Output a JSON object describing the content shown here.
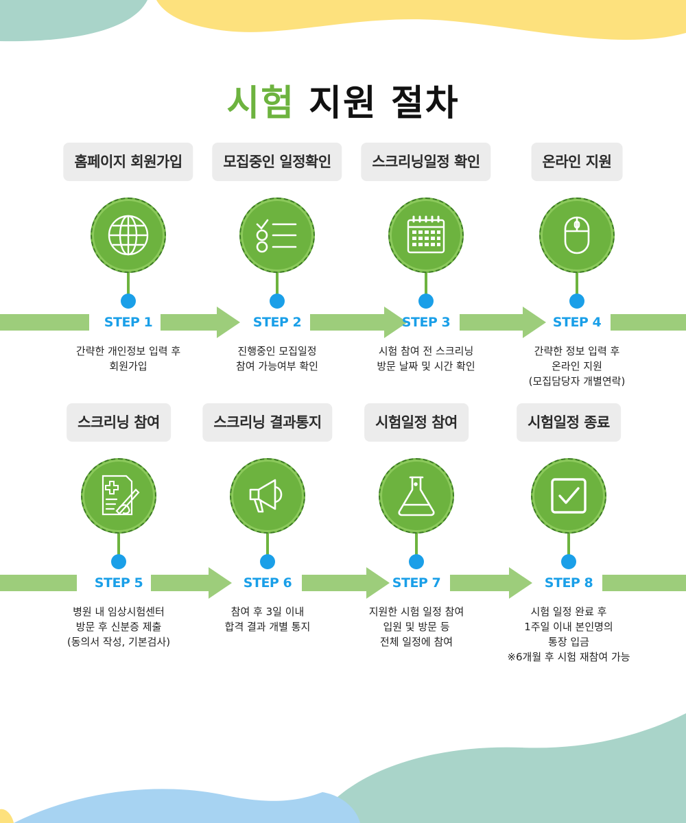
{
  "title": {
    "highlight": "시험",
    "rest": "지원 절차"
  },
  "colors": {
    "accent_green": "#6db33f",
    "arrow_green": "#9dcd7b",
    "step_blue": "#1a9fe8",
    "label_bg": "#ececec",
    "teal_blob": "#a9d4c9",
    "yellow_blob": "#fde17d",
    "blue_blob": "#a7d3f2"
  },
  "steps": [
    {
      "label": "홈페이지 회원가입",
      "icon": "globe-icon",
      "step": "STEP 1",
      "desc": [
        "간략한 개인정보 입력 후",
        "회원가입"
      ]
    },
    {
      "label": "모집중인 일정확인",
      "icon": "checklist-icon",
      "step": "STEP 2",
      "desc": [
        "진행중인 모집일정",
        "참여 가능여부 확인"
      ]
    },
    {
      "label": "스크리닝일정 확인",
      "icon": "calendar-icon",
      "step": "STEP 3",
      "desc": [
        "시험 참여 전 스크리닝",
        "방문 날짜 및 시간 확인"
      ]
    },
    {
      "label": "온라인 지원",
      "icon": "mouse-icon",
      "step": "STEP 4",
      "desc": [
        "간략한 정보 입력 후",
        "온라인 지원",
        "(모집담당자 개별연락)"
      ]
    },
    {
      "label": "스크리닝 참여",
      "icon": "medical-form-icon",
      "step": "STEP 5",
      "desc": [
        "병원 내 임상시험센터",
        "방문 후 신분증 제출",
        "(동의서 작성, 기본검사)"
      ]
    },
    {
      "label": "스크리닝 결과통지",
      "icon": "megaphone-icon",
      "step": "STEP 6",
      "desc": [
        "참여 후 3일 이내",
        "합격 결과 개별 통지"
      ]
    },
    {
      "label": "시험일정 참여",
      "icon": "flask-icon",
      "step": "STEP 7",
      "desc": [
        "지원한 시험 일정 참여",
        "입원 및 방문 등",
        "전체 일정에 참여"
      ]
    },
    {
      "label": "시험일정 종료",
      "icon": "checkbox-icon",
      "step": "STEP 8",
      "desc": [
        "시험 일정 완료 후",
        "1주일 이내 본인명의",
        "통장 입금",
        "※6개월 후 시험 재참여 가능"
      ]
    }
  ]
}
